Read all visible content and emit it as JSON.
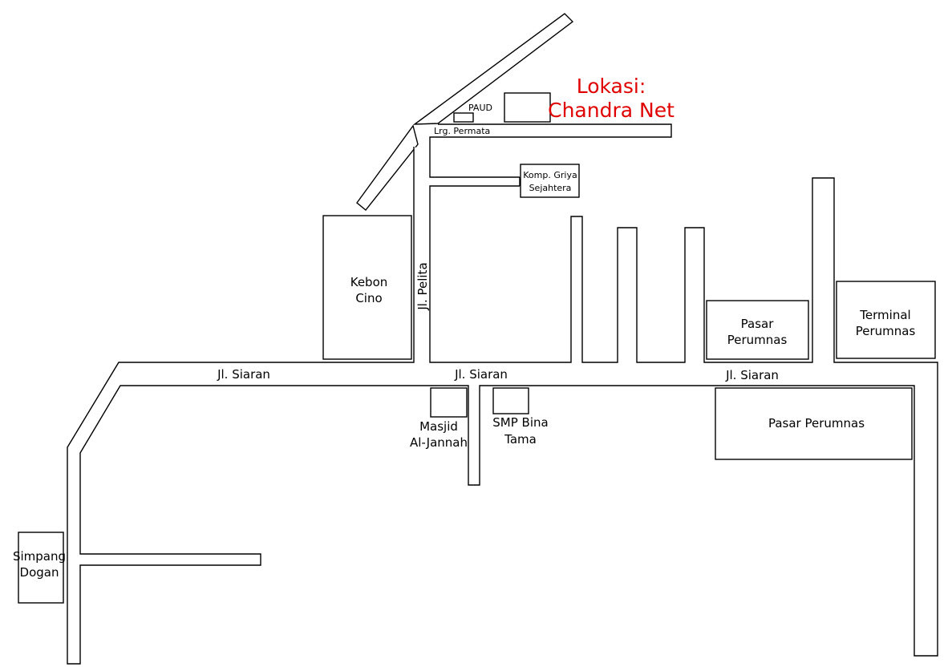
{
  "colors": {
    "road_stroke": "#000000",
    "background": "#ffffff",
    "highlight": "#e00000"
  },
  "title": {
    "line1": "Lokasi:",
    "line2": "Chandra Net"
  },
  "streets": {
    "siaran_west": "Jl. Siaran",
    "siaran_center": "Jl. Siaran",
    "siaran_east": "Jl. Siaran",
    "pelita": "Jl. Pelita",
    "permata": "Lrg. Permata"
  },
  "places": {
    "paud": "PAUD",
    "griya": {
      "line1": "Komp. Griya",
      "line2": "Sejahtera"
    },
    "kebon_cino": {
      "line1": "Kebon",
      "line2": "Cino"
    },
    "pasar_perumnas_north": {
      "line1": "Pasar",
      "line2": "Perumnas"
    },
    "terminal": {
      "line1": "Terminal",
      "line2": "Perumnas"
    },
    "masjid": {
      "line1": "Masjid",
      "line2": "Al-Jannah"
    },
    "smp": {
      "line1": "SMP Bina",
      "line2": "Tama"
    },
    "pasar_perumnas_south": "Pasar Perumnas",
    "simpang": {
      "line1": "Simpang",
      "line2": "Dogan"
    }
  }
}
